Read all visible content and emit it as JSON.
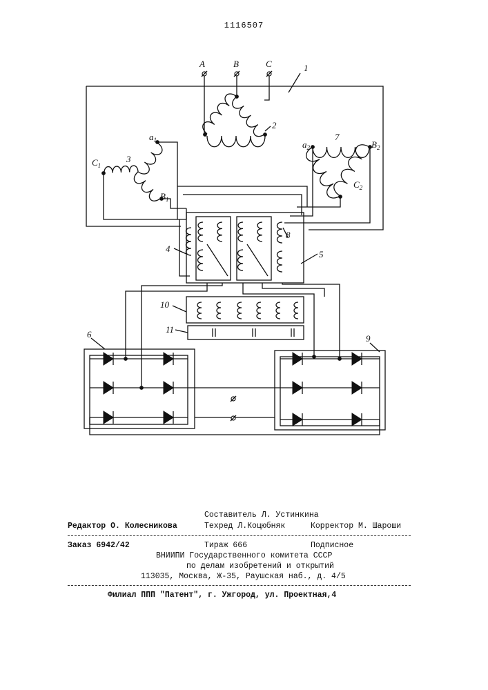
{
  "page_number": "1116507",
  "diagram_labels": {
    "terminal_a": "A",
    "terminal_b": "B",
    "terminal_c": "C",
    "frame": "1",
    "primary_delta": "2",
    "star_winding": "3",
    "star_a1": "a",
    "star_a1_sub": "1",
    "star_c1": "C",
    "star_c1_sub": "1",
    "star_b1": "B",
    "star_b1_sub": "1",
    "delta_winding": "7",
    "delta_a2": "a",
    "delta_a2_sub": "2",
    "delta_b2": "B",
    "delta_b2_sub": "2",
    "delta_c2": "C",
    "delta_c2_sub": "2",
    "reactor_4": "4",
    "reactor_5": "5",
    "winding_8": "8",
    "block_10": "10",
    "block_11": "11",
    "rectifier_6": "6",
    "rectifier_9": "9"
  },
  "footer": {
    "compiler": "Составитель Л. Устинкина",
    "editor": "Редактор О. Колесникова",
    "techred": "Техред Л.Коцюбняк",
    "corrector": "Корректор М. Шароши",
    "order": "Заказ 6942/42",
    "circulation": "Тираж 666",
    "subscription": "Подписное",
    "org_line1": "ВНИИПИ Государственного комитета СССР",
    "org_line2": "по делам изобретений и открытий",
    "org_line3": "113035, Москва, Ж-35, Раушская наб., д. 4/5",
    "branch": "Филиал ППП \"Патент\", г. Ужгород, ул. Проектная,4"
  }
}
